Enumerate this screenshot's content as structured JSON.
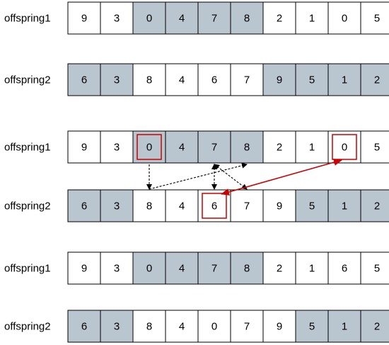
{
  "colors": {
    "shaded": "#b9c5cf",
    "border": "#000000",
    "highlight": "#cc0000",
    "arrow_black": "#000000"
  },
  "rows": [
    {
      "label": "offspring1",
      "values": [
        "9",
        "3",
        "0",
        "4",
        "7",
        "8",
        "2",
        "1",
        "0",
        "5"
      ],
      "shaded": [
        2,
        3,
        4,
        5
      ]
    },
    {
      "label": "offspring2",
      "values": [
        "6",
        "3",
        "8",
        "4",
        "6",
        "7",
        "9",
        "5",
        "1",
        "2"
      ],
      "shaded": [
        0,
        1,
        6,
        7,
        8,
        9
      ]
    },
    {
      "label": "offspring1",
      "values": [
        "9",
        "3",
        "0",
        "4",
        "7",
        "8",
        "2",
        "1",
        "0",
        "5"
      ],
      "shaded": [
        2,
        3,
        4,
        5
      ],
      "highlight": [
        2,
        8
      ]
    },
    {
      "label": "offspring2",
      "values": [
        "6",
        "3",
        "8",
        "4",
        "6",
        "7",
        "9",
        "5",
        "1",
        "2"
      ],
      "shaded": [
        0,
        1,
        7,
        8,
        9
      ],
      "highlight": [
        4
      ]
    },
    {
      "label": "offspring1",
      "values": [
        "9",
        "3",
        "0",
        "4",
        "7",
        "8",
        "2",
        "1",
        "6",
        "5"
      ],
      "shaded": [
        2,
        3,
        4,
        5
      ]
    },
    {
      "label": "offspring2",
      "values": [
        "6",
        "3",
        "8",
        "4",
        "0",
        "7",
        "9",
        "5",
        "1",
        "2"
      ],
      "shaded": [
        0,
        1,
        7,
        8,
        9
      ]
    }
  ],
  "arrows": [
    {
      "from": {
        "row": 2,
        "col": 2
      },
      "to": {
        "row": 3,
        "col": 2
      },
      "style": "dashed",
      "heads": "end"
    },
    {
      "from": {
        "row": 3,
        "col": 2
      },
      "to": {
        "row": 2,
        "col": 5
      },
      "style": "dashed",
      "heads": "end"
    },
    {
      "from": {
        "row": 2,
        "col": 4
      },
      "to": {
        "row": 3,
        "col": 4
      },
      "style": "dashed",
      "heads": "both"
    },
    {
      "from": {
        "row": 2,
        "col": 4
      },
      "to": {
        "row": 3,
        "col": 5
      },
      "style": "dashed",
      "heads": "both"
    },
    {
      "from": {
        "row": 2,
        "col": 8
      },
      "to": {
        "row": 3,
        "col": 4
      },
      "style": "solid-red",
      "heads": "both"
    }
  ]
}
